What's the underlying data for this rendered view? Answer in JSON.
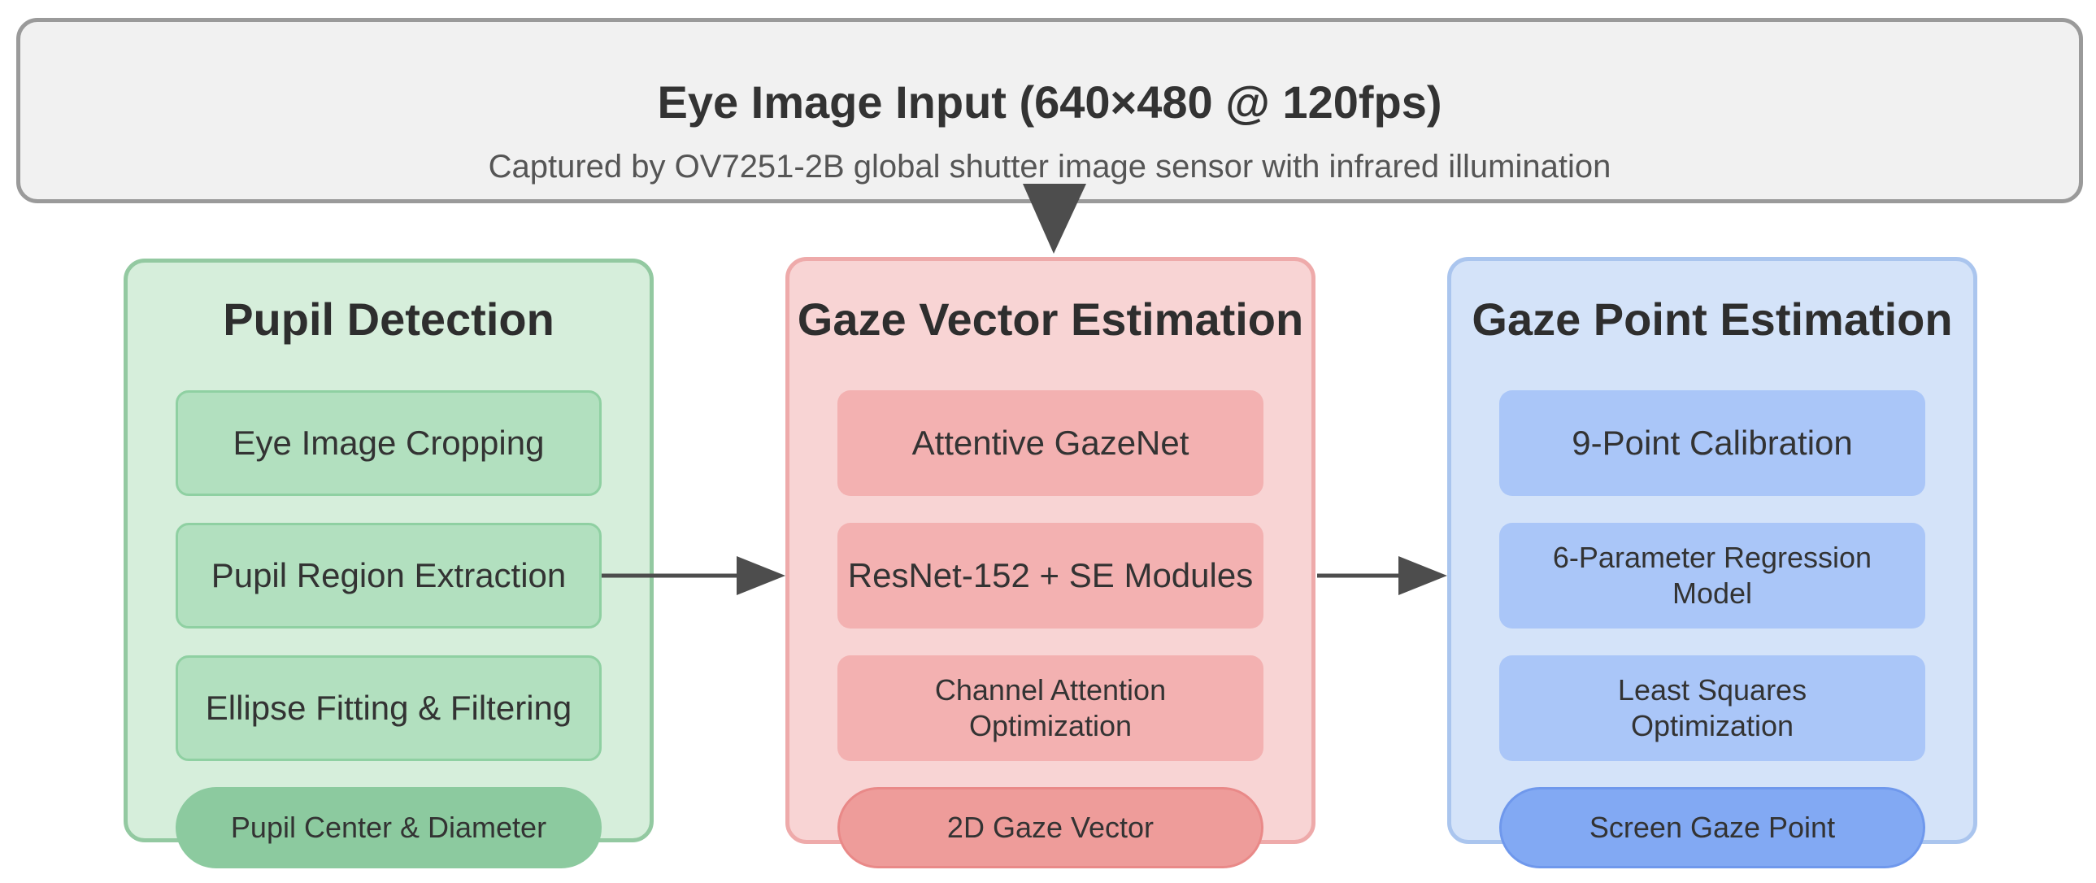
{
  "input": {
    "title": "Eye Image Input (640×480 @ 120fps)",
    "subtitle": "Captured by OV7251-2B global shutter image sensor with infrared illumination"
  },
  "stages": [
    {
      "title": "Pupil Detection",
      "steps": [
        "Eye Image Cropping",
        "Pupil Region Extraction",
        "Ellipse Fitting & Filtering"
      ],
      "output": "Pupil Center & Diameter"
    },
    {
      "title": "Gaze Vector Estimation",
      "steps": [
        "Attentive GazeNet",
        "ResNet-152 + SE Modules",
        "Channel Attention\nOptimization"
      ],
      "output": "2D Gaze Vector"
    },
    {
      "title": "Gaze Point Estimation",
      "steps": [
        "9-Point Calibration",
        "6-Parameter Regression\nModel",
        "Least Squares\nOptimization"
      ],
      "output": "Screen Gaze Point"
    }
  ],
  "colors": {
    "arrow": "#4d4d4d",
    "pupil_panel": "#d6eedb",
    "gaze_vector_panel": "#f8d4d4",
    "gaze_point_panel": "#d4e3f9"
  }
}
